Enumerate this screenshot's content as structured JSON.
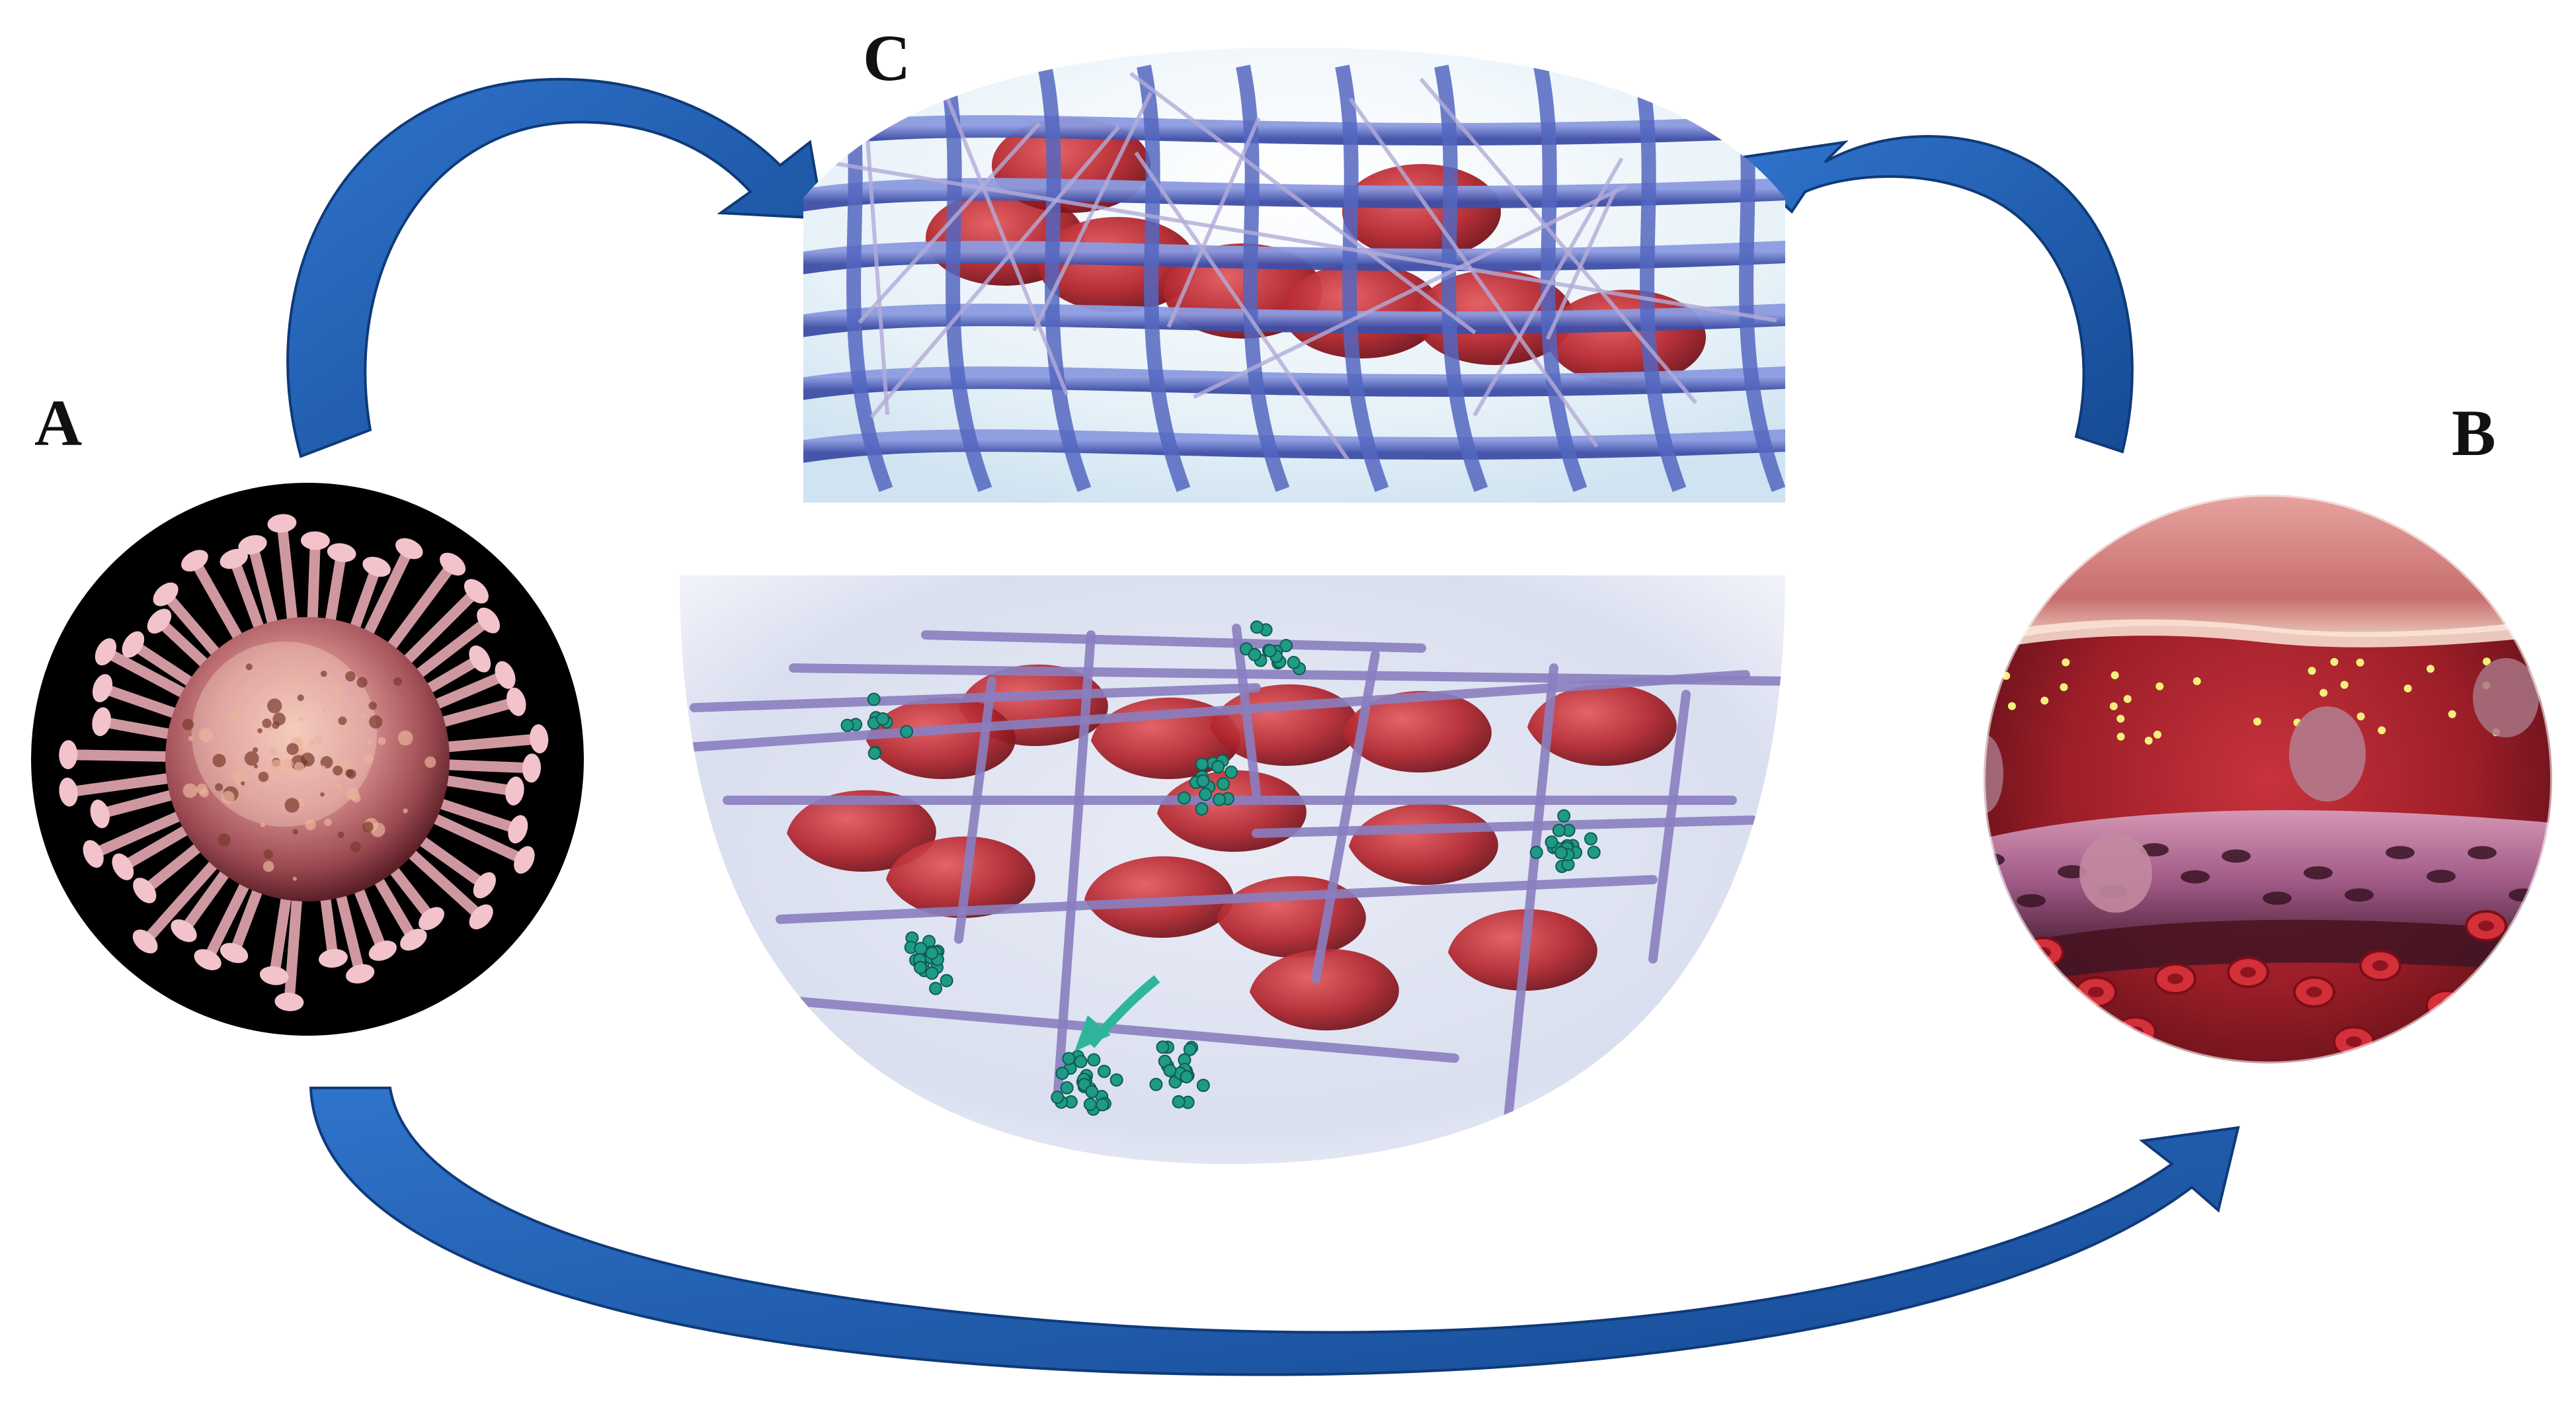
{
  "labels": {
    "a": "A",
    "b": "B",
    "c": "C"
  },
  "colors": {
    "arrow": "#1f5fb5",
    "arrow_dark": "#12407f",
    "virus_background": "#000000",
    "virus_body": "#d48a8a",
    "red_cell": "#b3262e",
    "mesh_blue": "#5a6fc7",
    "fiber_purple": "#8a7fc0",
    "platelet_green": "#1f9a86",
    "vessel_red": "#a8202a"
  },
  "icons": [
    "coronavirus-illustration",
    "blood-vessel-illustration",
    "extracellular-trap-mesh-illustration",
    "fibrin-clot-illustration",
    "curved-arrow-a-to-c",
    "curved-arrow-b-to-c",
    "curved-arrow-a-to-b"
  ]
}
